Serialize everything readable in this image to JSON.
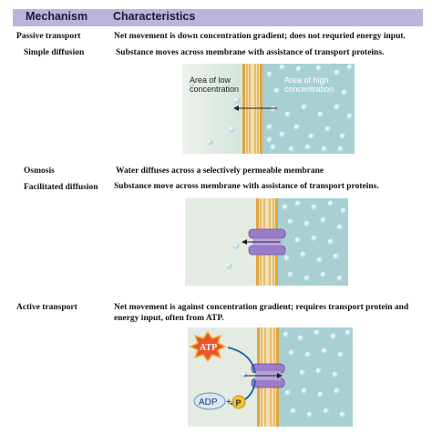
{
  "header": {
    "col1": "Mechanism",
    "col2": "Characteristics"
  },
  "rows": {
    "passive": {
      "name": "Passive transport",
      "desc": "Net movement is down concentration gradient; does not requried energy input."
    },
    "simple": {
      "name": "Simple diffusion",
      "desc": "Substance moves across membrane with assistance of transport proteins."
    },
    "osmosis": {
      "name": "Osmosis",
      "desc": "Water diffuses across a selectively permeable membrane"
    },
    "facilitated": {
      "name": "Facilitated diffusion",
      "desc": "Substance move across membrane with assistance of transport proteins."
    },
    "active": {
      "name": "Active transport",
      "desc": "Net movement is against concentration gradient; requires transport protein and energy input, often from ATP."
    }
  },
  "figure1": {
    "left_label_1": "Area of low",
    "left_label_2": "concentration",
    "right_label_1": "Area of high",
    "right_label_2": "concentration"
  },
  "figure3": {
    "atp": "ATP",
    "adp": "ADP",
    "plus": "+",
    "p": "P"
  },
  "colors": {
    "header_bg": "#b9b5db",
    "fluid_left": "#dde8e0",
    "fluid_right": "#9fcccf",
    "membrane": "#e2a43c",
    "protein": "#9a7cc8",
    "atp": "#e8552a"
  }
}
